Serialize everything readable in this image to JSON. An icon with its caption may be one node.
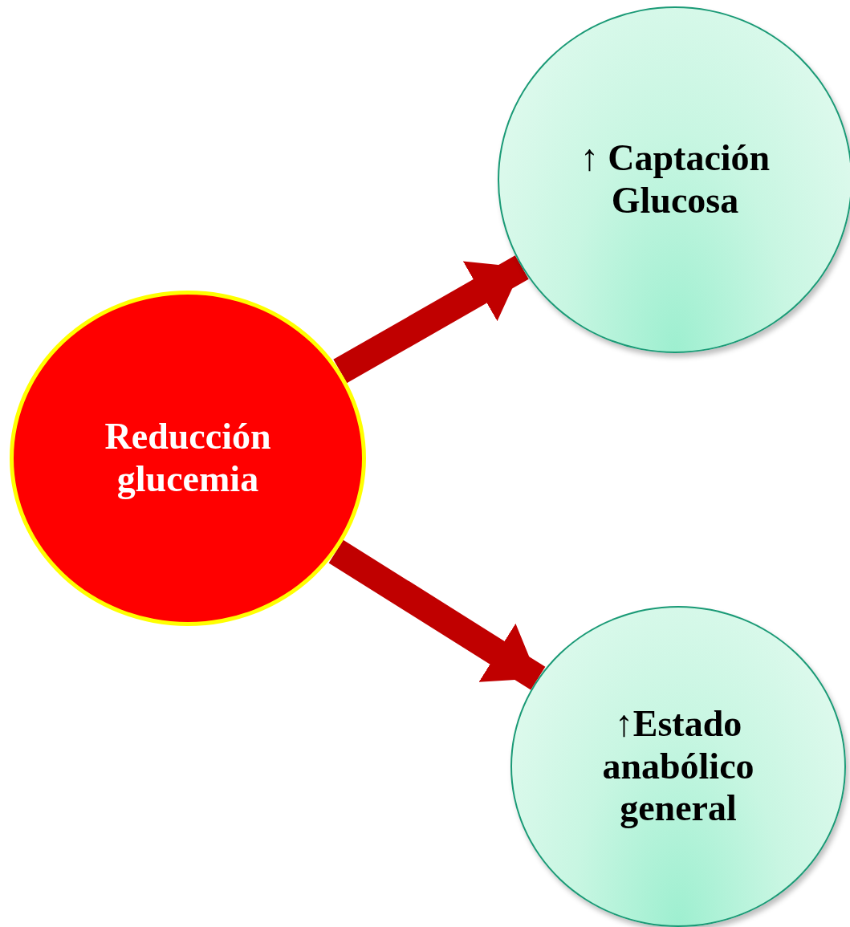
{
  "diagram": {
    "nodes": [
      {
        "text": [
          "Reducción glucemia"
        ]
      },
      {
        "text": [
          "↑ Captación Glucosa"
        ]
      },
      {
        "text": [
          "↑Estado anabólico general"
        ]
      }
    ],
    "edges": [
      {
        "from": 0,
        "to": 1,
        "arrow": "to"
      },
      {
        "from": 0,
        "to": 2,
        "arrow": "to"
      }
    ]
  }
}
